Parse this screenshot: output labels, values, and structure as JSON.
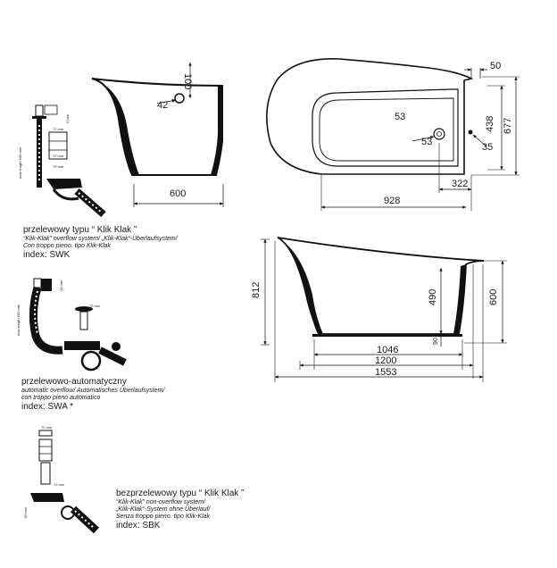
{
  "front_view": {
    "height_top": "100",
    "outlet_diameter": "42",
    "base_width": "600"
  },
  "top_view": {
    "offset_top": "50",
    "width_inner": "438",
    "width_total": "677",
    "inner_label": "53",
    "drain_label": "53",
    "drain_offset": "35",
    "length_partial": "322",
    "length_inner": "928"
  },
  "side_view": {
    "height_total": "812",
    "inner_depth": "490",
    "small_height": "90",
    "rim_height": "600",
    "length_base": "1046",
    "length_mid": "1200",
    "length_total": "1553"
  },
  "mini_labels": {
    "kk_w": "72 mm",
    "kk_h": "5 mm",
    "kk_w2": "72 mm",
    "kk_w3": "70 mm",
    "kk_len": "max length 600 mm",
    "auto_h": "14 mm",
    "auto_w": "72 mm",
    "auto_len": "max length 600 mm",
    "non_w": "72 mm",
    "non_w2": "72 mm",
    "non_h": "60 mm"
  },
  "captions": {
    "klik_klak": {
      "title": "przelewowy typu “ Klik Klak ”",
      "line1": "“Klik-Klak” overflow system/ „Klik-Klak“-Überlaufsystem/",
      "line2": "Con troppo pieno. tipo Klik-Klak",
      "index": "index: SWK"
    },
    "automatic": {
      "title": "przelewowo-automatyczny",
      "line1": "automatic overflow/ Automatisches Überlaufsystem/",
      "line2": "con troppo pieno automatico",
      "index": "index: SWA *"
    },
    "non_overflow": {
      "title": "bezprzelewowy typu “ Klik Klak ”",
      "line1": "“Klik-Klak” non-overflow system/",
      "line2": "„Klik-Klak“-System ohne Überlauf/",
      "line3": "Senza troppo pieno. tipo Klik-Klak",
      "index": "index: SBK"
    }
  }
}
